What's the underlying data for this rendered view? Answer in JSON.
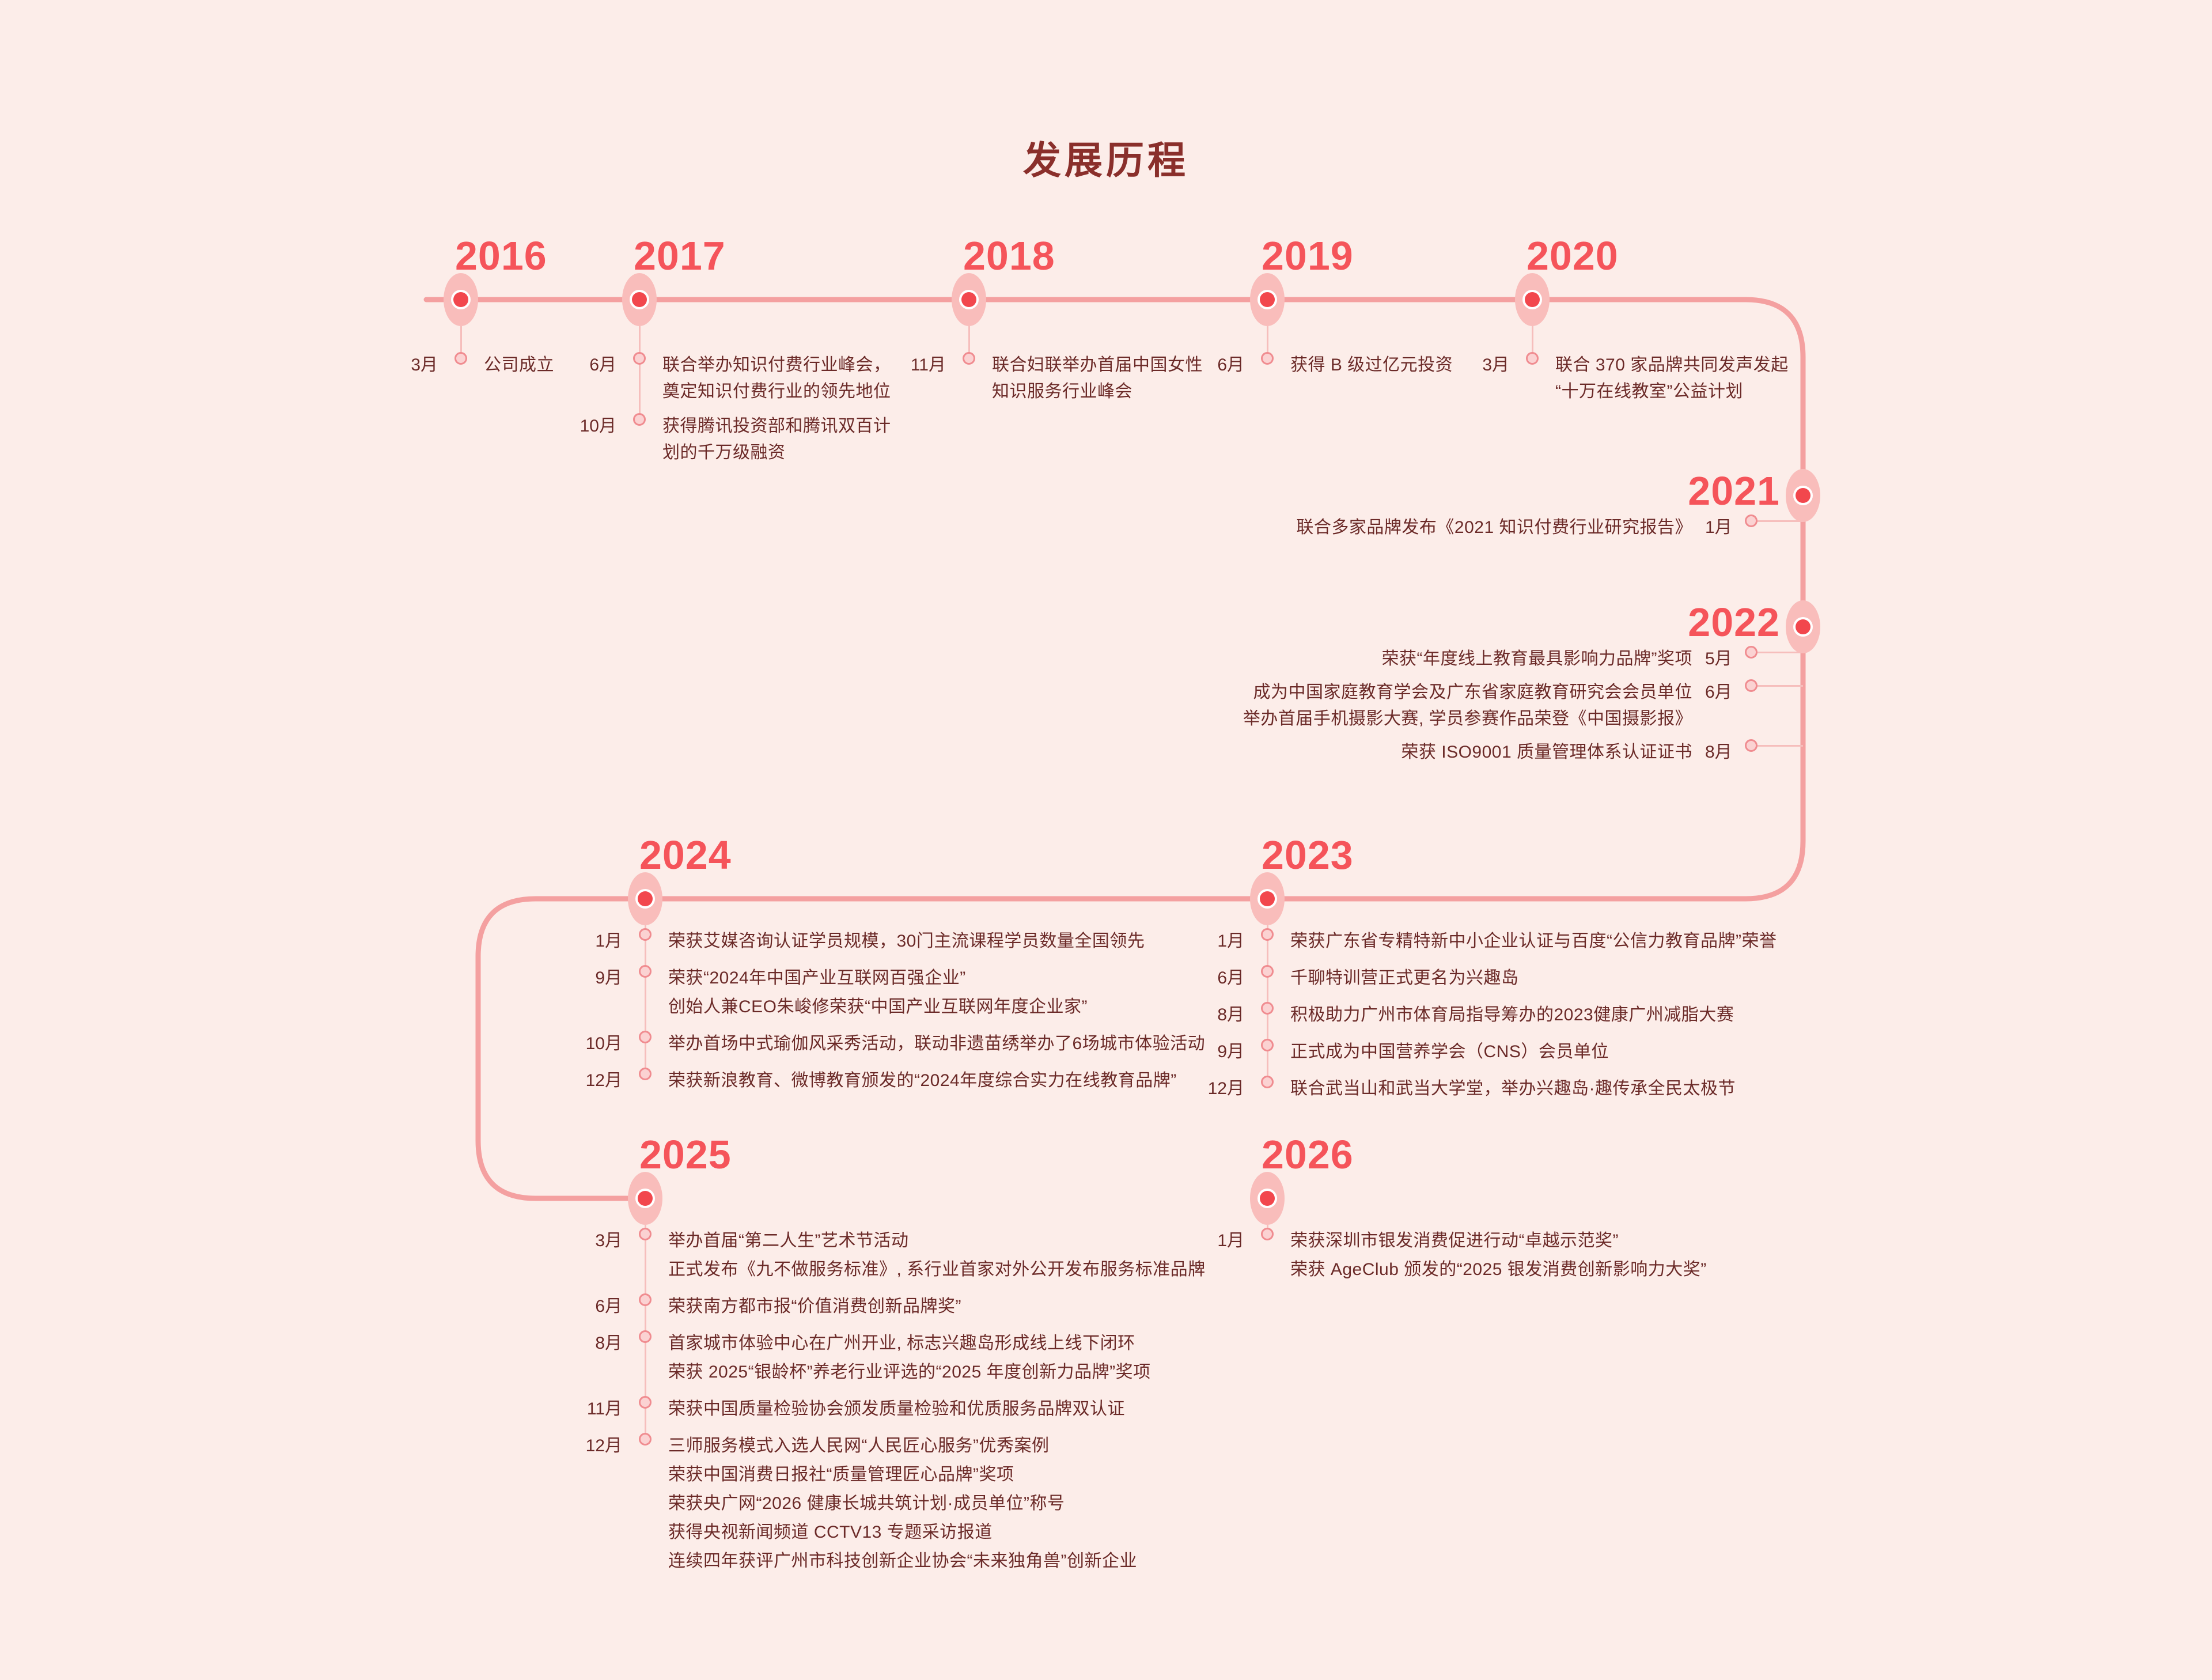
{
  "page": {
    "title": "发展历程",
    "background_color": "#FCEDE9",
    "year_color": "#F5545A",
    "text_color": "#6B2A28",
    "line_color": "#F4A0A0",
    "node_core_color": "#F2474D",
    "node_halo_color": "#F9BDBB"
  },
  "rows": [
    {
      "id": "row-1",
      "direction": "ltr",
      "years": [
        {
          "year": "2016",
          "items": [
            {
              "month": "3月",
              "lines": [
                "公司成立"
              ]
            }
          ]
        },
        {
          "year": "2017",
          "items": [
            {
              "month": "6月",
              "lines": [
                "联合举办知识付费行业峰会，",
                "奠定知识付费行业的领先地位"
              ]
            },
            {
              "month": "10月",
              "lines": [
                "获得腾讯投资部和腾讯双百计",
                "划的千万级融资"
              ]
            }
          ]
        },
        {
          "year": "2018",
          "items": [
            {
              "month": "11月",
              "lines": [
                "联合妇联举办首届中国女性",
                "知识服务行业峰会"
              ]
            }
          ]
        },
        {
          "year": "2019",
          "items": [
            {
              "month": "6月",
              "lines": [
                "获得 B 级过亿元投资"
              ]
            }
          ]
        },
        {
          "year": "2020",
          "items": [
            {
              "month": "3月",
              "lines": [
                "联合 370 家品牌共同发声发起",
                "“十万在线教室”公益计划"
              ]
            }
          ]
        }
      ]
    },
    {
      "id": "row-right-column",
      "direction": "rtl",
      "years": [
        {
          "year": "2021",
          "items": [
            {
              "month": "1月",
              "lines": [
                "联合多家品牌发布《2021 知识付费行业研究报告》"
              ]
            }
          ]
        },
        {
          "year": "2022",
          "items": [
            {
              "month": "5月",
              "lines": [
                "荣获“年度线上教育最具影响力品牌”奖项"
              ]
            },
            {
              "month": "6月",
              "lines": [
                "成为中国家庭教育学会及广东省家庭教育研究会会员单位",
                "举办首届手机摄影大赛, 学员参赛作品荣登《中国摄影报》"
              ]
            },
            {
              "month": "8月",
              "lines": [
                "荣获 ISO9001 质量管理体系认证证书"
              ]
            }
          ]
        }
      ]
    },
    {
      "id": "row-2",
      "direction": "rtl",
      "years": [
        {
          "year": "2023",
          "items": [
            {
              "month": "1月",
              "lines": [
                "荣获广东省专精特新中小企业认证与百度“公信力教育品牌”荣誉"
              ]
            },
            {
              "month": "6月",
              "lines": [
                "千聊特训营正式更名为兴趣岛"
              ]
            },
            {
              "month": "8月",
              "lines": [
                "积极助力广州市体育局指导筹办的2023健康广州减脂大赛"
              ]
            },
            {
              "month": "9月",
              "lines": [
                "正式成为中国营养学会（CNS）会员单位"
              ]
            },
            {
              "month": "12月",
              "lines": [
                "联合武当山和武当大学堂，举办兴趣岛·趣传承全民太极节"
              ]
            }
          ]
        },
        {
          "year": "2024",
          "items": [
            {
              "month": "1月",
              "lines": [
                "荣获艾媒咨询认证学员规模，30门主流课程学员数量全国领先"
              ]
            },
            {
              "month": "9月",
              "lines": [
                "荣获“2024年中国产业互联网百强企业”",
                "创始人兼CEO朱峻修荣获“中国产业互联网年度企业家”"
              ]
            },
            {
              "month": "10月",
              "lines": [
                "举办首场中式瑜伽风采秀活动，联动非遗苗绣举办了6场城市体验活动"
              ]
            },
            {
              "month": "12月",
              "lines": [
                "荣获新浪教育、微博教育颁发的“2024年度综合实力在线教育品牌”"
              ]
            }
          ]
        }
      ]
    },
    {
      "id": "row-3",
      "direction": "ltr",
      "years": [
        {
          "year": "2025",
          "items": [
            {
              "month": "3月",
              "lines": [
                "举办首届“第二人生”艺术节活动",
                "正式发布《九不做服务标准》, 系行业首家对外公开发布服务标准品牌"
              ]
            },
            {
              "month": "6月",
              "lines": [
                "荣获南方都市报“价值消费创新品牌奖”"
              ]
            },
            {
              "month": "8月",
              "lines": [
                "首家城市体验中心在广州开业, 标志兴趣岛形成线上线下闭环",
                "荣获 2025“银龄杯”养老行业评选的“2025 年度创新力品牌”奖项"
              ]
            },
            {
              "month": "11月",
              "lines": [
                "荣获中国质量检验协会颁发质量检验和优质服务品牌双认证"
              ]
            },
            {
              "month": "12月",
              "lines": [
                "三师服务模式入选人民网“人民匠心服务”优秀案例",
                "荣获中国消费日报社“质量管理匠心品牌”奖项",
                "荣获央广网“2026 健康长城共筑计划·成员单位”称号",
                "获得央视新闻频道 CCTV13 专题采访报道",
                "连续四年获评广州市科技创新企业协会“未来独角兽”创新企业"
              ]
            }
          ]
        },
        {
          "year": "2026",
          "items": [
            {
              "month": "1月",
              "lines": [
                "荣获深圳市银发消费促进行动“卓越示范奖”",
                "荣获 AgeClub 颁发的“2025 银发消费创新影响力大奖”"
              ]
            }
          ]
        }
      ]
    }
  ]
}
